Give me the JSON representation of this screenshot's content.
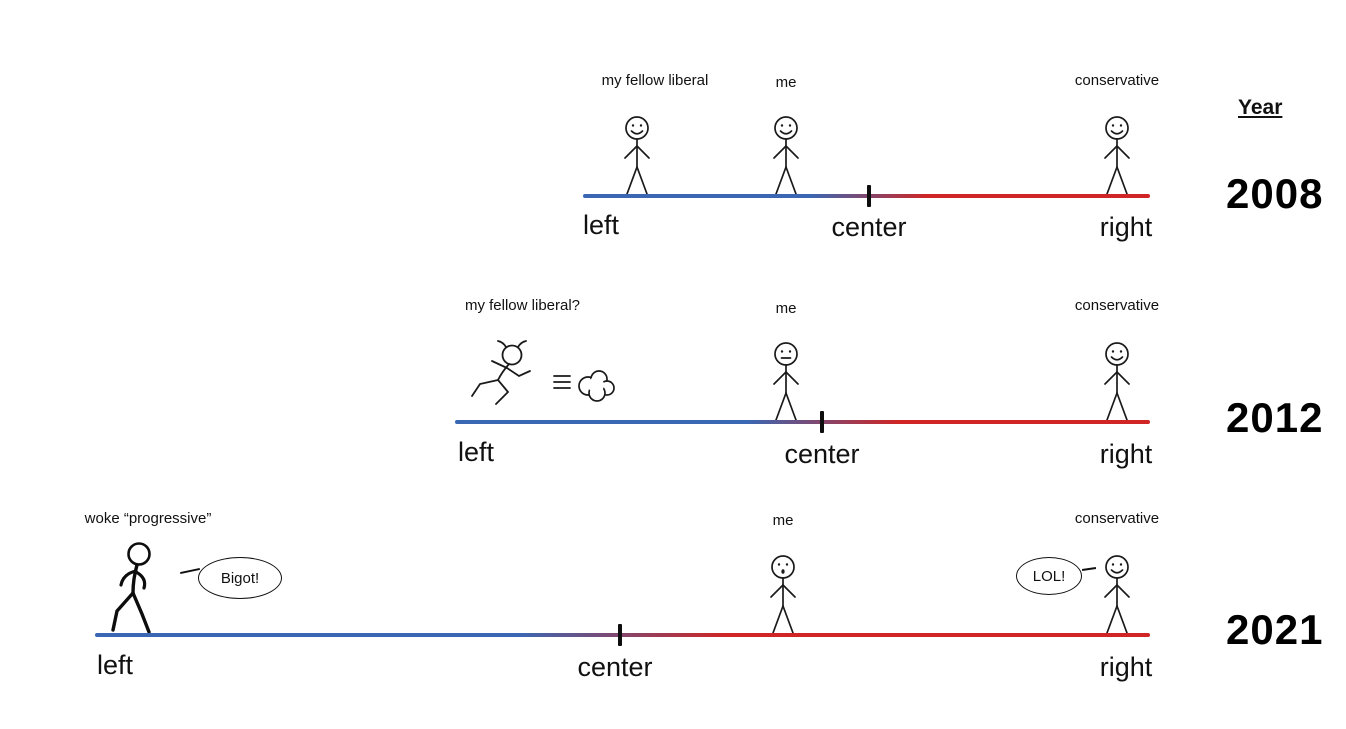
{
  "header": {
    "year_label": "Year"
  },
  "colors": {
    "left_end": "#3a67b3",
    "right_end": "#d02524",
    "ink": "#1a1a1a"
  },
  "rows": [
    {
      "year": "2008",
      "axis": {
        "left": "left",
        "center": "center",
        "right": "right"
      },
      "figures": {
        "liberal": {
          "label": "my fellow liberal",
          "expression": "smiling"
        },
        "me": {
          "label": "me",
          "expression": "smiling"
        },
        "conservative": {
          "label": "conservative",
          "expression": "smiling"
        }
      }
    },
    {
      "year": "2012",
      "axis": {
        "left": "left",
        "center": "center",
        "right": "right"
      },
      "figures": {
        "liberal": {
          "label": "my fellow liberal?",
          "expression": "running-away-with-dust-cloud"
        },
        "me": {
          "label": "me",
          "expression": "neutral"
        },
        "conservative": {
          "label": "conservative",
          "expression": "smiling"
        }
      }
    },
    {
      "year": "2021",
      "axis": {
        "left": "left",
        "center": "center",
        "right": "right"
      },
      "figures": {
        "progressive": {
          "label": "woke “progressive”",
          "expression": "angry",
          "speech": "Bigot!"
        },
        "me": {
          "label": "me",
          "expression": "surprised"
        },
        "conservative": {
          "label": "conservative",
          "expression": "laughing",
          "speech": "LOL!"
        }
      }
    }
  ]
}
